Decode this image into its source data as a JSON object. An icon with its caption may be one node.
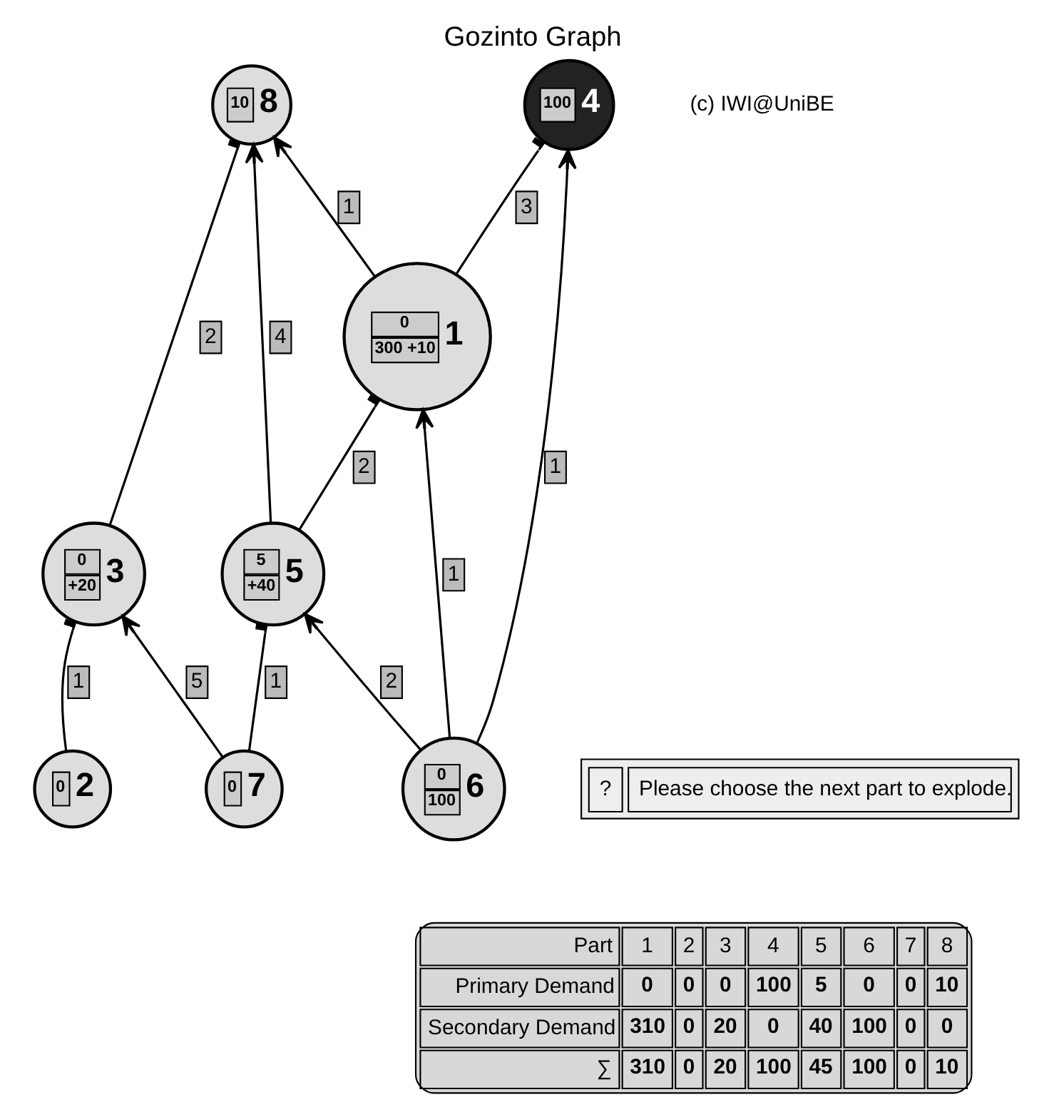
{
  "diagram": {
    "title": "Gozinto Graph",
    "nodes": [
      {
        "text": [
          "100",
          "4"
        ]
      },
      {
        "text": [
          "10",
          "8"
        ]
      },
      {
        "text": [
          "0",
          "300 +10",
          "1"
        ]
      },
      {
        "text": [
          "0",
          "+20",
          "3"
        ]
      },
      {
        "text": [
          "5",
          "+40",
          "5"
        ]
      },
      {
        "text": [
          "0",
          "2"
        ]
      },
      {
        "text": [
          "0",
          "100",
          "6"
        ]
      },
      {
        "text": [
          "0",
          "7"
        ]
      }
    ],
    "edges": [
      {
        "from": 2,
        "to": 0,
        "arrow": "other",
        "label": "3"
      },
      {
        "from": 2,
        "to": 1,
        "arrow": "to",
        "label": "1"
      },
      {
        "from": 4,
        "to": 1,
        "arrow": "to",
        "label": "4"
      },
      {
        "from": 3,
        "to": 1,
        "arrow": "other",
        "label": "2"
      },
      {
        "from": 4,
        "to": 2,
        "arrow": "other",
        "label": "2"
      },
      {
        "from": 5,
        "to": 3,
        "arrow": "other",
        "label": "1"
      },
      {
        "from": 6,
        "to": 0,
        "arrow": "to",
        "label": "1"
      },
      {
        "from": 6,
        "to": 2,
        "arrow": "to",
        "label": "1"
      },
      {
        "from": 6,
        "to": 4,
        "arrow": "to",
        "label": "2"
      },
      {
        "from": 7,
        "to": 4,
        "arrow": "other",
        "label": "1"
      },
      {
        "from": 7,
        "to": 3,
        "arrow": "to",
        "label": "5"
      }
    ],
    "labels": [
      "(c) IWI@UniBE",
      "Part",
      "1",
      "2",
      "3",
      "4",
      "5",
      "6",
      "7",
      "8",
      "Primary Demand",
      "0",
      "0",
      "0",
      "100",
      "5",
      "0",
      "0",
      "10",
      "Secondary Demand",
      "310",
      "0",
      "20",
      "0",
      "40",
      "100",
      "0",
      "0",
      "∑",
      "310",
      "0",
      "20",
      "100",
      "45",
      "100",
      "0",
      "10",
      "?",
      "Please choose the next part to explode."
    ]
  }
}
